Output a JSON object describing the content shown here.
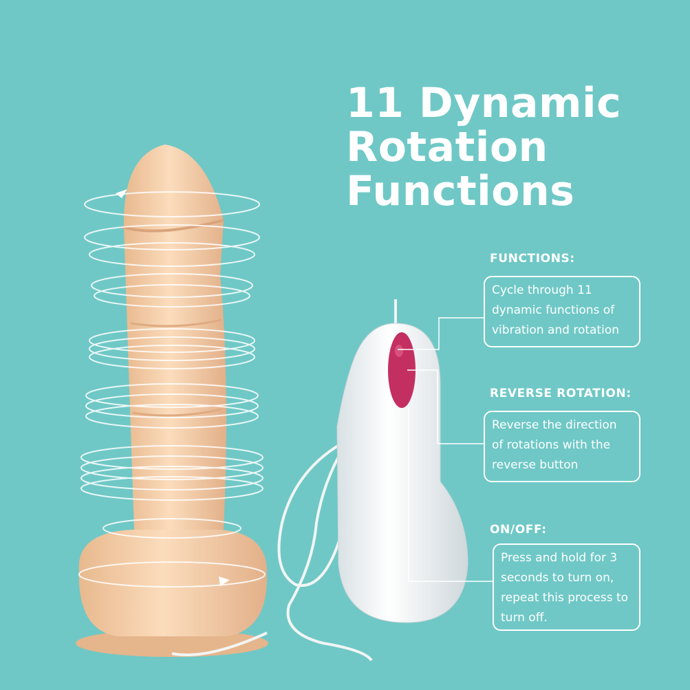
{
  "headline": {
    "lines": [
      "11 Dynamic",
      "Rotation",
      "Functions"
    ]
  },
  "sections": [
    {
      "title": "FUNCTIONS:",
      "lines": [
        "Cycle through 11",
        "dynamic functions of",
        "vibration and rotation"
      ]
    },
    {
      "title": "REVERSE ROTATION:",
      "lines": [
        "Reverse the direction",
        "of rotations with the",
        "reverse button"
      ]
    },
    {
      "title": "ON/OFF:",
      "lines": [
        "Press and hold for 3",
        "seconds to turn on,",
        "repeat this process to",
        "turn off."
      ]
    }
  ],
  "colors": {
    "background": "#6fc8c6",
    "text": "#ffffff",
    "product_body": "#f7d3b0",
    "remote_shell": "#eef2f3",
    "remote_button": "#c42f62"
  }
}
